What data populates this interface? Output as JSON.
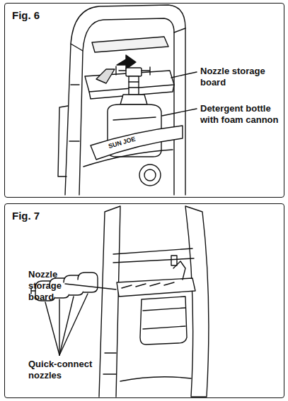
{
  "diagram": {
    "nodes": [
      {
        "text": [
          "Fig. 6"
        ]
      },
      {
        "text": [
          "Fig. 7"
        ]
      }
    ],
    "labels": [
      "Nozzle storage board",
      "Detergent bottle with foam cannon",
      "SUN JOE",
      "Nozzle storage board",
      "Quick-connect nozzles"
    ]
  }
}
